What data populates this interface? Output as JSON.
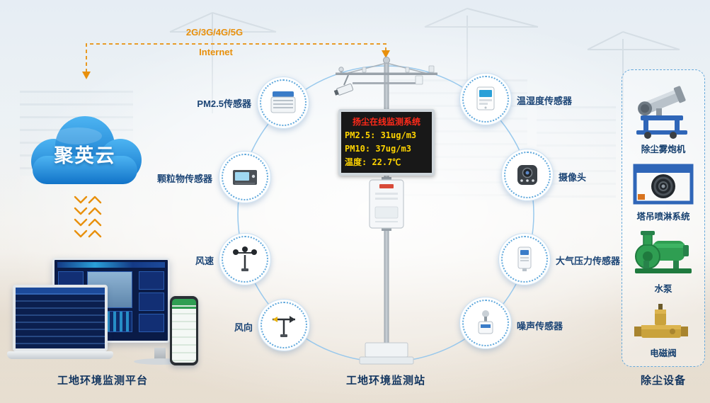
{
  "network": {
    "carrier": "2G/3G/4G/5G",
    "label": "Internet"
  },
  "cloud": {
    "name": "聚英云"
  },
  "platform": {
    "caption": "工地环境监测平台"
  },
  "station": {
    "caption": "工地环境监测站",
    "led_display": {
      "title": "扬尘在线监测系统",
      "pm25": "PM2.5:  31ug/m3",
      "pm10": "PM10:   37ug/m3",
      "temperature": "温度:  22.7℃"
    }
  },
  "sensors": [
    {
      "id": "pm25-sensor",
      "label": "PM2.5传感器"
    },
    {
      "id": "particulate-sensor",
      "label": "颗粒物传感器"
    },
    {
      "id": "wind-speed-sensor",
      "label": "风速"
    },
    {
      "id": "wind-direction-sensor",
      "label": "风向"
    },
    {
      "id": "temperature-humidity-sensor",
      "label": "温湿度传感器"
    },
    {
      "id": "camera",
      "label": "摄像头"
    },
    {
      "id": "air-pressure-sensor",
      "label": "大气压力传感器"
    },
    {
      "id": "noise-sensor",
      "label": "噪声传感器"
    }
  ],
  "equipment": {
    "caption": "除尘设备",
    "items": [
      {
        "id": "fog-cannon",
        "label": "除尘雾炮机"
      },
      {
        "id": "tower-crane-spray-system",
        "label": "塔吊喷淋系统"
      },
      {
        "id": "water-pump",
        "label": "水泵"
      },
      {
        "id": "solenoid-valve",
        "label": "电磁阀"
      }
    ]
  },
  "colors": {
    "accent_orange": "#E8900C",
    "label_navy": "#16406F",
    "cloud_blue": "#1E86D8",
    "ring_blue": "#93C6EC",
    "led_red": "#FF2A1A",
    "led_yellow": "#FFD400"
  }
}
